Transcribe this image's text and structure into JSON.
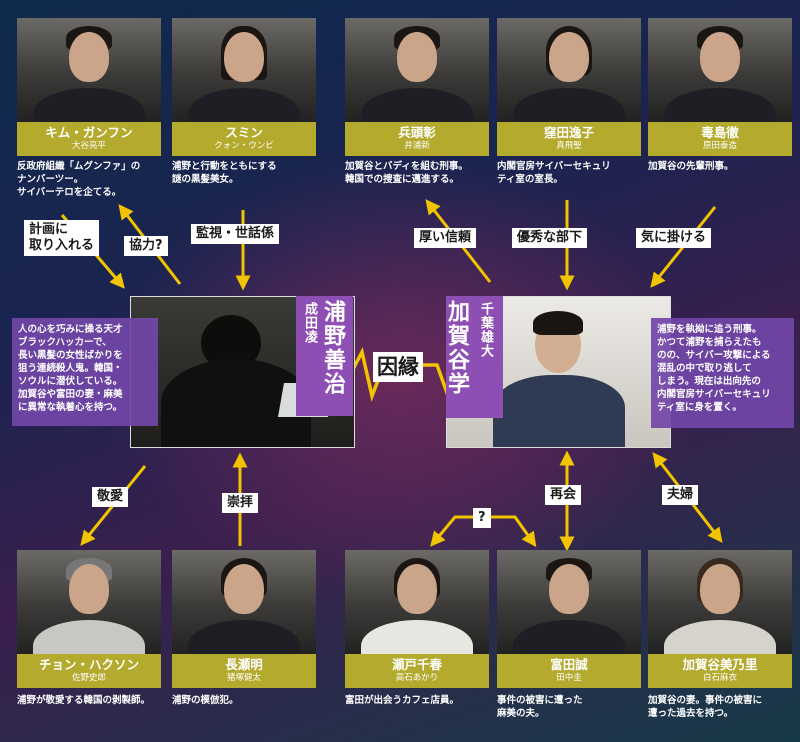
{
  "top_left": [
    {
      "name": "キム・ガンフン",
      "actor": "大谷亮平",
      "desc": "反政府組織「ムグンファ」の\nナンバーツー。\nサイバーテロを企てる。"
    },
    {
      "name": "スミン",
      "actor": "クォン・ウンビ",
      "desc": "浦野と行動をともにする\n謎の黒髪美女。"
    }
  ],
  "top_right": [
    {
      "name": "兵頭彰",
      "actor": "井浦新",
      "desc": "加賀谷とバディを組む刑事。\n韓国での捜査に邁進する。"
    },
    {
      "name": "窪田逸子",
      "actor": "真飛聖",
      "desc": "内閣官房サイバーセキュリ\nティ室の室長。"
    },
    {
      "name": "毒島徹",
      "actor": "原田泰造",
      "desc": "加賀谷の先輩刑事。"
    }
  ],
  "bottom_left": [
    {
      "name": "チョン・ハクソン",
      "actor": "佐野史郎",
      "desc": "浦野が敬愛する韓国の剥製師。"
    },
    {
      "name": "長瀬明",
      "actor": "猪塚健太",
      "desc": "浦野の模倣犯。"
    }
  ],
  "bottom_right": [
    {
      "name": "瀬戸千春",
      "actor": "高石あかり",
      "desc": "富田が出会うカフェ店員。"
    },
    {
      "name": "富田誠",
      "actor": "田中圭",
      "desc": "事件の被害に遭った\n麻美の夫。"
    },
    {
      "name": "加賀谷美乃里",
      "actor": "白石麻衣",
      "desc": "加賀谷の妻。事件の被害に\n遭った過去を持つ。"
    }
  ],
  "lead_left": {
    "name": "浦野善治",
    "actor": "成田凌",
    "desc": "人の心を巧みに操る天才\nブラックハッカーで、\n長い黒髪の女性ばかりを\n狙う連続殺人鬼。韓国・\nソウルに潜伏している。\n加賀谷や富田の妻・麻美\nに異常な執着心を持つ。"
  },
  "lead_right": {
    "name": "加賀谷学",
    "actor": "千葉雄大",
    "desc": "浦野を執拗に追う刑事。\nかつて浦野を捕らえたも\nのの、サイバー攻撃による\n混乱の中で取り逃して\nしまう。現在は出向先の\n内閣官房サイバーセキュリ\nティ室に身を置く。"
  },
  "center_label": "因縁",
  "relations": {
    "plan": "計画に\n取り入れる",
    "cooperate": "協力?",
    "surveil": "監視・世話係",
    "trust": "厚い信頼",
    "subordinate": "優秀な部下",
    "concern": "気に掛ける",
    "respect": "敬愛",
    "worship": "崇拝",
    "unknown": "?",
    "reunion": "再会",
    "couple": "夫婦"
  },
  "colors": {
    "plate": "#b3aa2e",
    "lead": "#8d4fb3",
    "arrow": "#f2c400"
  }
}
